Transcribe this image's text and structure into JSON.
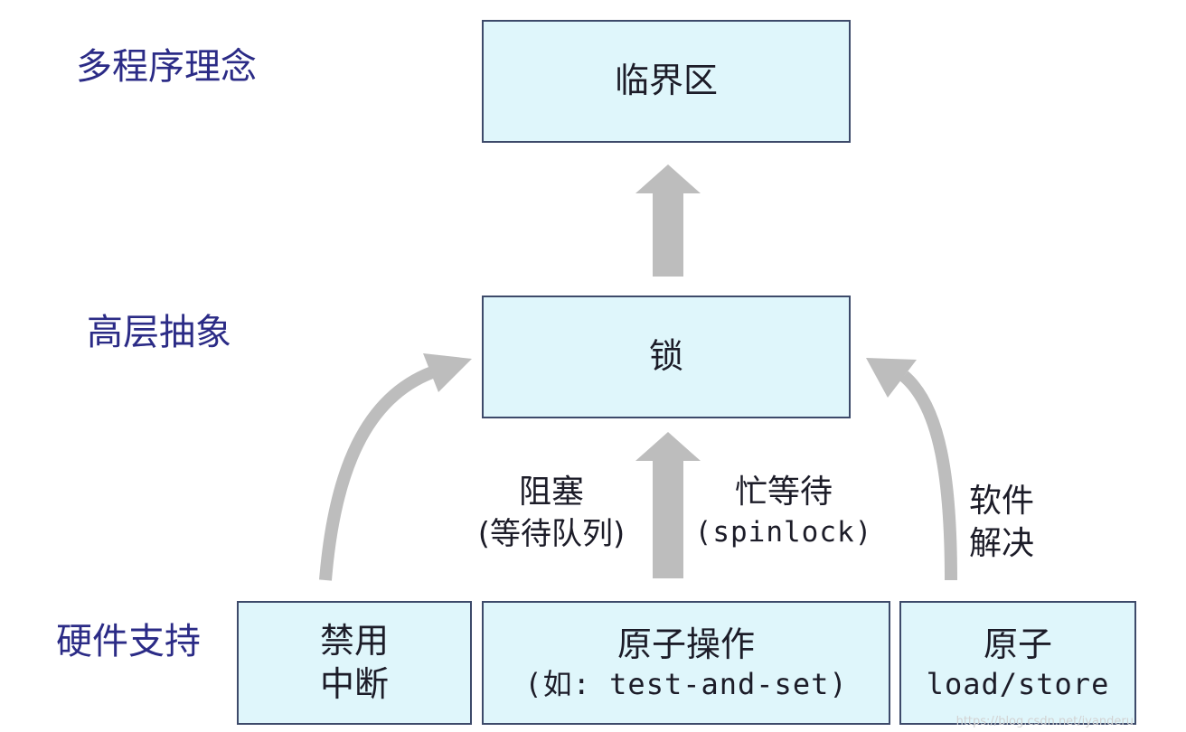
{
  "colors": {
    "box_fill": "#dff6fb",
    "box_border": "#3d4a6a",
    "arrow": "#bdbdbd",
    "level_text": "#2b2b86",
    "body_text": "#1c1c28"
  },
  "levels": {
    "concept": "多程序理念",
    "abstraction": "高层抽象",
    "hardware": "硬件支持"
  },
  "boxes": {
    "critical_section": "临界区",
    "lock": "锁",
    "disable_interrupt": {
      "line1": "禁用",
      "line2": "中断"
    },
    "atomic_op": {
      "line1": "原子操作",
      "line2": "(如: test-and-set)"
    },
    "atomic_load_store": {
      "line1": "原子",
      "line2": "load/store"
    }
  },
  "annotations": {
    "blocking": {
      "line1": "阻塞",
      "line2": "(等待队列)"
    },
    "busy_wait": {
      "line1": "忙等待",
      "line2": "(spinlock)"
    },
    "software": {
      "line1": "软件",
      "line2": "解决"
    }
  },
  "watermark": "https://blog.csdn.net/iyanderu"
}
